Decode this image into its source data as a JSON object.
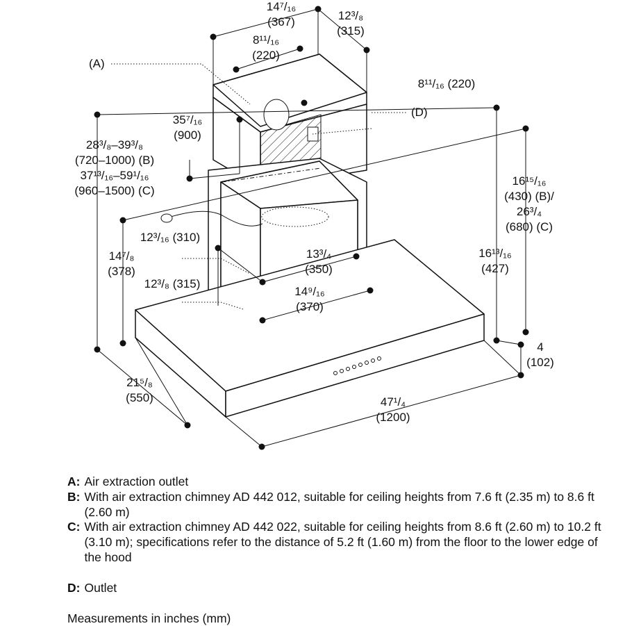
{
  "dimensions": {
    "top_depth_in": "14⁷/₁₆",
    "top_depth_mm": "(367)",
    "top_side_in": "12³/₈",
    "top_side_mm": "(315)",
    "top_width_in": "8¹¹/₁₆",
    "top_width_mm": "(220)",
    "outlet_offset": "8¹¹/₁₆ (220)",
    "chimney_offset_in": "35⁷/₁₆",
    "chimney_offset_mm": "(900)",
    "range_b_in": "28³/₈–39³/₈",
    "range_b_mm": "(720–1000) (B)",
    "range_c_in": "37¹³/₁₆–59¹/₁₆",
    "range_c_mm": "(960–1500) (C)",
    "cable_in": "12³/₁₆ (310)",
    "left_height_in": "14⁷/₈",
    "left_height_mm": "(378)",
    "lower_offset": "12³/₈ (315)",
    "chimney_width_in": "13³/₄",
    "chimney_width_mm": "(350)",
    "chimney_depth_in": "14⁹/₁₆",
    "chimney_depth_mm": "(370)",
    "right_height_b_in": "16¹⁵/₁₆",
    "right_height_b_mm": "(430) (B)/",
    "right_height_c_in": "26³/₄",
    "right_height_c_mm": "(680) (C)",
    "inner_height_in": "16¹³/₁₆",
    "inner_height_mm": "(427)",
    "hood_height_in": "4",
    "hood_height_mm": "(102)",
    "hood_depth_in": "21⁵/₈",
    "hood_depth_mm": "(550)",
    "hood_width_in": "47¹/₄",
    "hood_width_mm": "(1200)"
  },
  "callouts": {
    "a": "(A)",
    "d": "(D)"
  },
  "legend": [
    {
      "key": "A:",
      "text": "Air extraction outlet"
    },
    {
      "key": "B:",
      "text": "With air extraction chimney AD 442 012, suitable for ceiling heights from 7.6 ft (2.35 m) to 8.6 ft (2.60 m)"
    },
    {
      "key": "C:",
      "text": "With air extraction chimney AD 442 022, suitable for ceiling heights from 8.6 ft (2.60 m) to 10.2 ft (3.10 m); specifications refer to the distance of 5.2 ft (1.60 m) from the floor to the lower edge of the hood"
    },
    {
      "key": "D:",
      "text": "Outlet"
    }
  ],
  "footnote": "Measurements in inches (mm)"
}
